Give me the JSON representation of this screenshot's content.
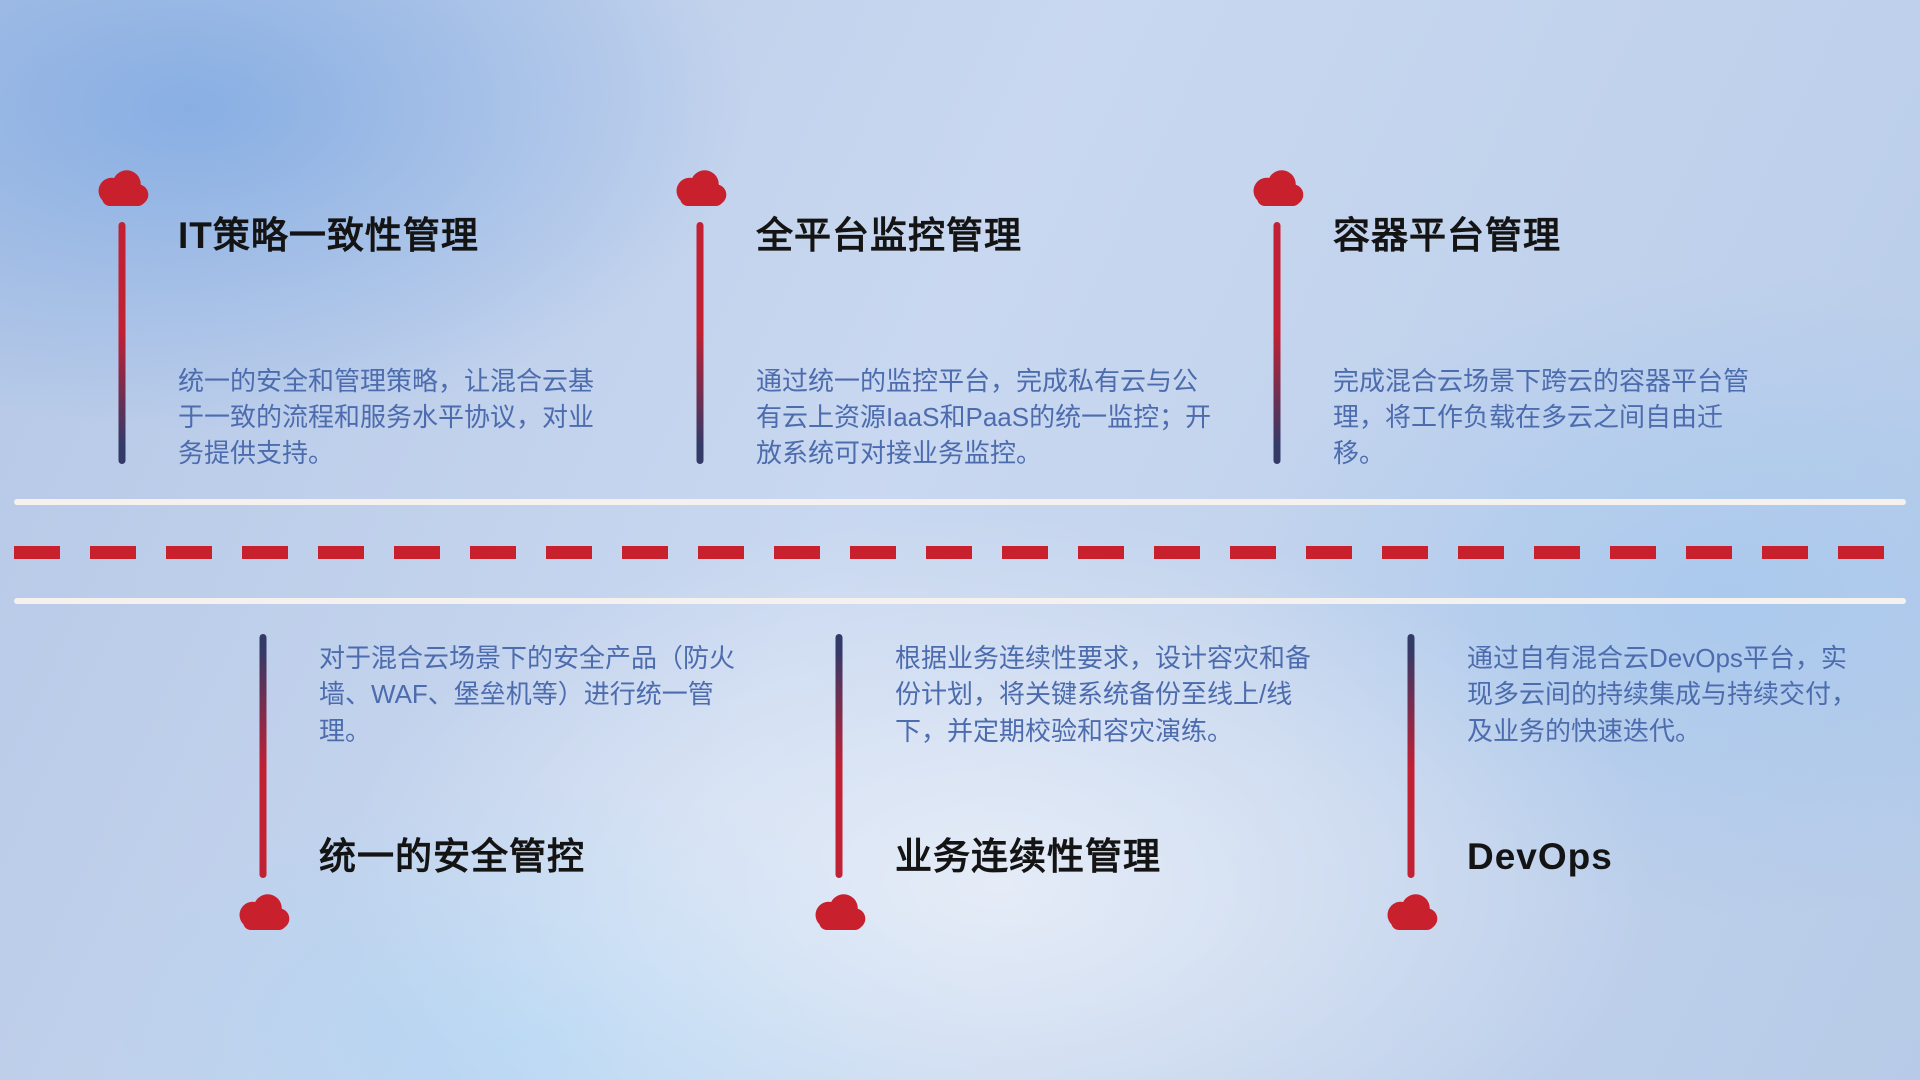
{
  "theme": {
    "cloud_color": "#c9202e",
    "stem_red": "#c22033",
    "stem_navy": "#333a68",
    "title_color": "#141414",
    "desc_color": "#4d6cae",
    "dash_color": "#c9202e",
    "road_line_color": "#f4f1ee",
    "background_base": "#c0d2ec"
  },
  "icons": {
    "marker": "cloud-icon"
  },
  "top_items": [
    {
      "title": "IT策略一致性管理",
      "desc": "统一的安全和管理策略，让混合云基于一致的流程和服务水平协议，对业务提供支持。"
    },
    {
      "title": "全平台监控管理",
      "desc": "通过统一的监控平台，完成私有云与公有云上资源IaaS和PaaS的统一监控；开放系统可对接业务监控。"
    },
    {
      "title": "容器平台管理",
      "desc": "完成混合云场景下跨云的容器平台管理，将工作负载在多云之间自由迁移。"
    }
  ],
  "bottom_items": [
    {
      "title": "统一的安全管控",
      "desc": "对于混合云场景下的安全产品（防火墙、WAF、堡垒机等）进行统一管理。"
    },
    {
      "title": "业务连续性管理",
      "desc": "根据业务连续性要求，设计容灾和备份计划，将关键系统备份至线上/线下，并定期校验和容灾演练。"
    },
    {
      "title": "DevOps",
      "desc": "通过自有混合云DevOps平台，实现多云间的持续集成与持续交付，及业务的快速迭代。"
    }
  ]
}
